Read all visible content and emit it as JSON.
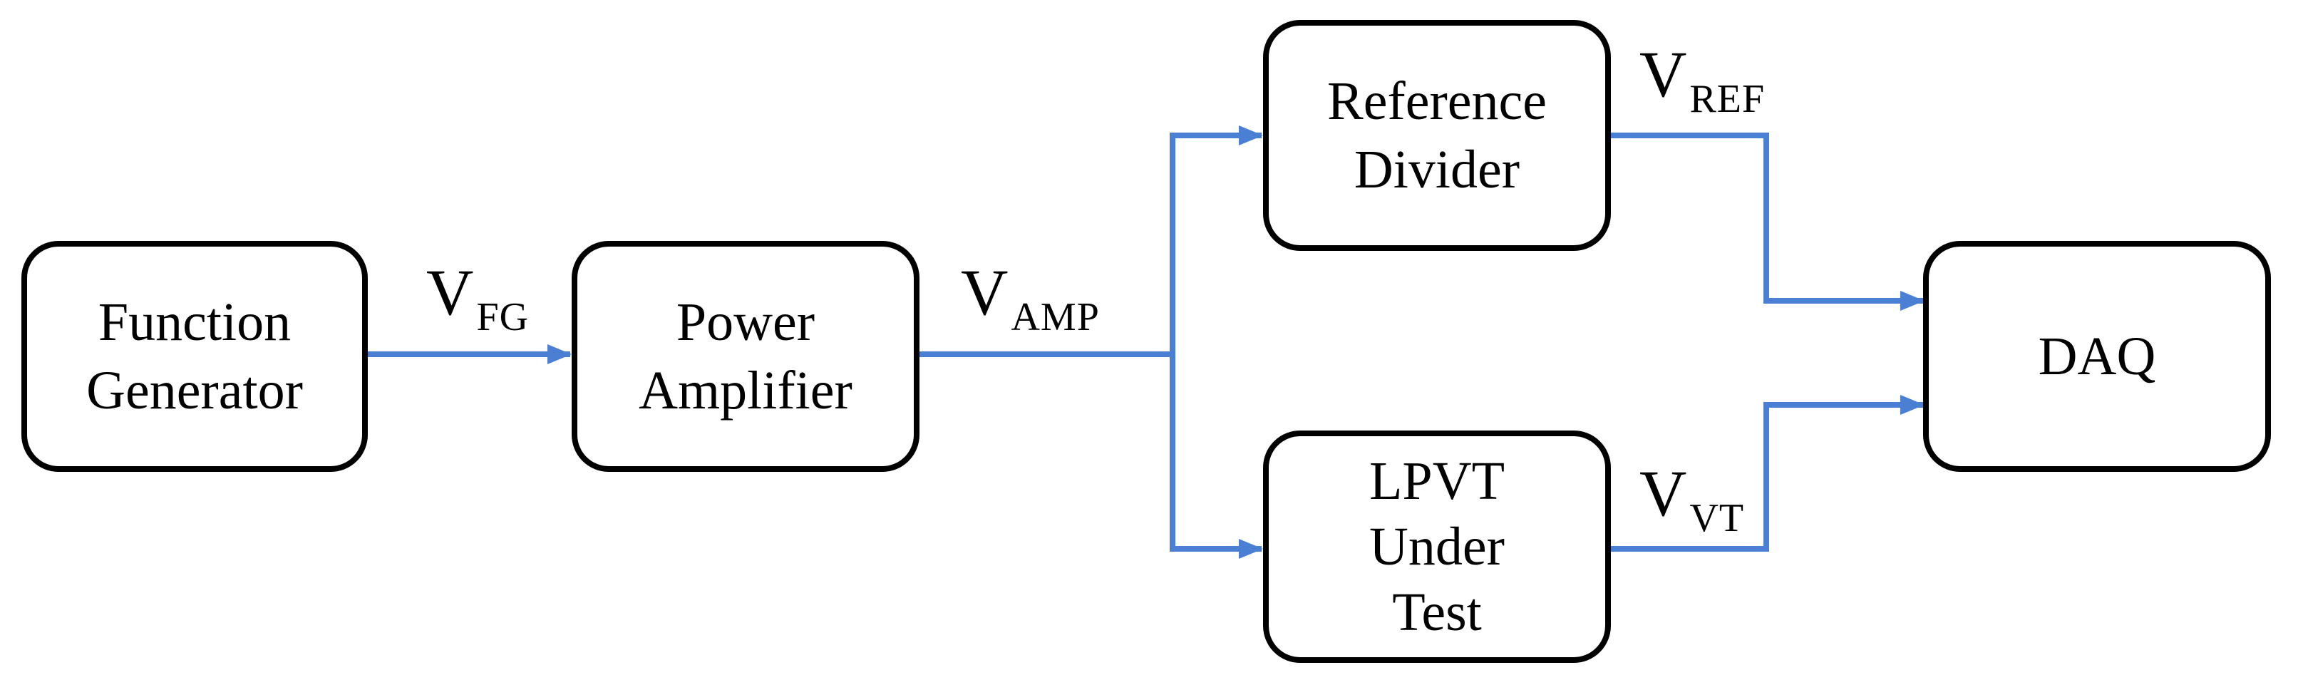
{
  "blocks": {
    "function_generator": {
      "line1": "Function",
      "line2": "Generator"
    },
    "power_amplifier": {
      "line1": "Power",
      "line2": "Amplifier"
    },
    "reference_divider": {
      "line1": "Reference",
      "line2": "Divider"
    },
    "lpvt_under_test": {
      "line1": "LPVT",
      "line2": "Under",
      "line3": "Test"
    },
    "daq": {
      "line1": "DAQ"
    }
  },
  "signals": {
    "v_fg": {
      "main": "V",
      "sub": "FG"
    },
    "v_amp": {
      "main": "V",
      "sub": "AMP"
    },
    "v_ref": {
      "main": "V",
      "sub": "REF"
    },
    "v_vt": {
      "main": "V",
      "sub": "VT"
    }
  },
  "colors": {
    "connector": "#4a7fd4",
    "block_border": "#000000"
  }
}
